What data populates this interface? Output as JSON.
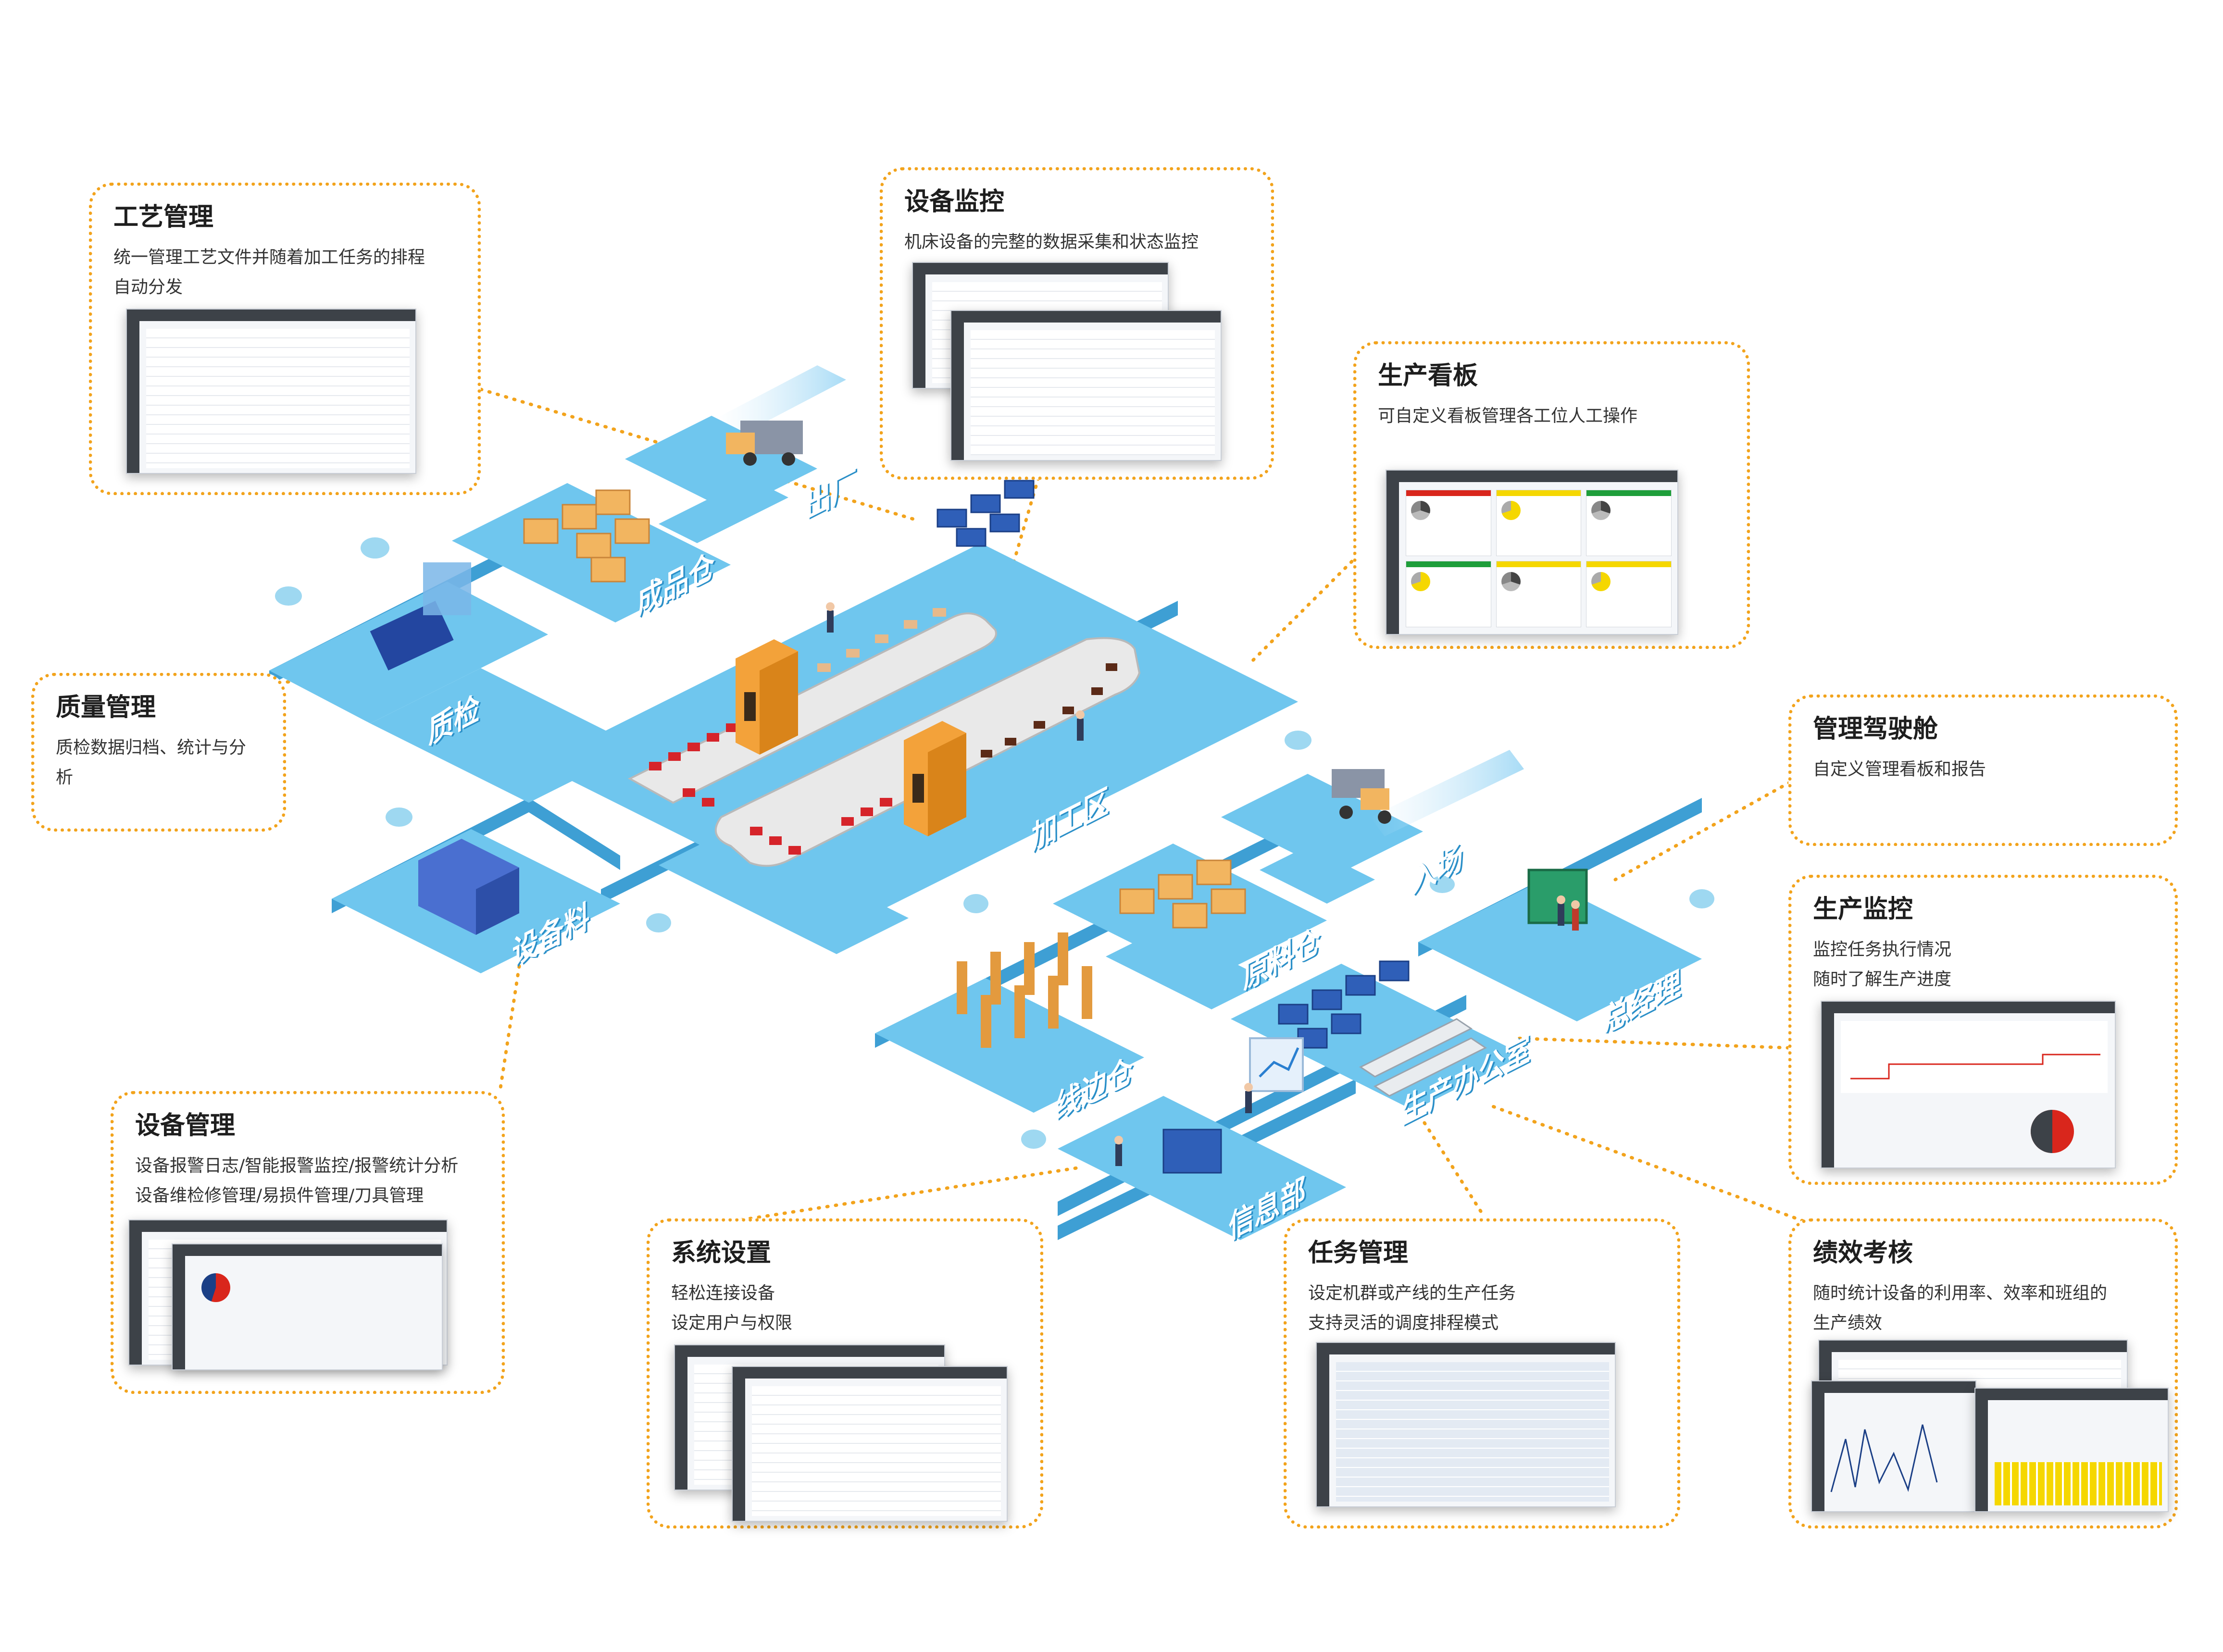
{
  "cards": {
    "gongyi": {
      "title": "工艺管理",
      "desc1": "统一管理工艺文件并随着加工任务的排程",
      "desc2": "自动分发"
    },
    "jiankong": {
      "title": "设备监控",
      "desc1": "机床设备的完整的数据采集和状态监控"
    },
    "kanban": {
      "title": "生产看板",
      "desc1": "可自定义看板管理各工位人工操作"
    },
    "zhiliang": {
      "title": "质量管理",
      "desc1": "质检数据归档、统计与分析"
    },
    "jiashi": {
      "title": "管理驾驶舱",
      "desc1": "自定义管理看板和报告"
    },
    "shengchan": {
      "title": "生产监控",
      "desc1": "监控任务执行情况",
      "desc2": "随时了解生产进度"
    },
    "shebei": {
      "title": "设备管理",
      "desc1": "设备报警日志/智能报警监控/报警统计分析",
      "desc2": "设备维检修管理/易损件管理/刀具管理"
    },
    "xitong": {
      "title": "系统设置",
      "desc1": "轻松连接设备",
      "desc2": "设定用户与权限"
    },
    "renwu": {
      "title": "任务管理",
      "desc1": "设定机群或产线的生产任务",
      "desc2": "支持灵活的调度排程模式"
    },
    "jixiao": {
      "title": "绩效考核",
      "desc1": "随时统计设备的利用率、效率和班组的",
      "desc2": "生产绩效"
    }
  },
  "zones": {
    "chuchang": "出厂",
    "chengpin": "成品仓",
    "zhijian": "质检",
    "jiagong": "加工区",
    "beiliao": "设备料",
    "ruchang": "入场",
    "yuanliao": "原料仓",
    "zongjingli": "总经理",
    "xianbian": "线边仓",
    "bangong": "生产办公室",
    "xinxi": "信息部"
  },
  "colors": {
    "accent": "#f2a31c",
    "floor": "#6fc6ee",
    "floor_side": "#3e9fd4",
    "belt": "#e8e8e8"
  }
}
